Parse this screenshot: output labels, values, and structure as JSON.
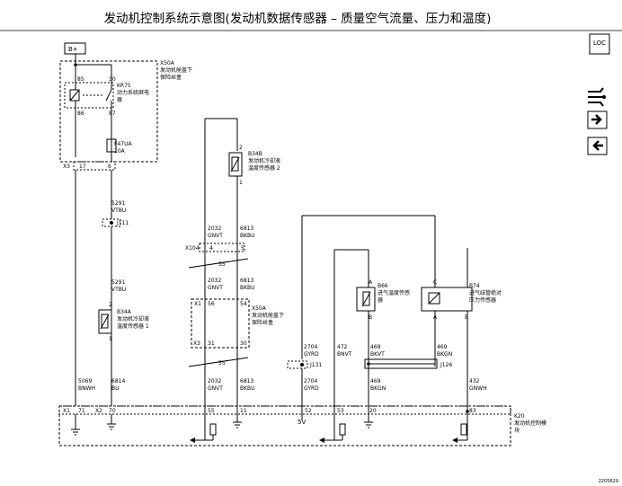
{
  "title": "发动机控制系统示意图(发动机数据传感器 – 质量空气流量、压力和温度)",
  "figure_id": "2205629",
  "nav_icons": [
    "loc-icon",
    "connector-icon",
    "arrow-right-icon",
    "arrow-left-icon"
  ],
  "loc_text": "LOC",
  "power": {
    "label": "B+"
  },
  "fuse_box_top": {
    "id": "X50A",
    "name_line1": "发动机舱盖下",
    "name_line2": "保险丝盒"
  },
  "relay": {
    "id": "KR75",
    "name_line1": "动力系统继电",
    "name_line2": "器",
    "pins": [
      "85",
      "30",
      "86",
      "87"
    ]
  },
  "fuse": {
    "id": "F47UA",
    "rating": "10A"
  },
  "x3_top": {
    "label": "X3",
    "pins": [
      "17",
      "6"
    ]
  },
  "wire_5291_a": {
    "circuit": "5291",
    "color": "VTBU"
  },
  "splice_j111": "J111",
  "wire_5291_b": {
    "circuit": "5291",
    "color": "VTBU"
  },
  "sensor_b34a": {
    "id": "B34A",
    "name_line1": "发动机冷却液",
    "name_line2": "温度传感器 1",
    "pins": [
      "2",
      "1"
    ]
  },
  "wire_5069": {
    "circuit": "5069",
    "color": "BNWH"
  },
  "wire_6814": {
    "circuit": "6814",
    "color": "BU"
  },
  "sensor_b34b": {
    "id": "B34B",
    "name_line1": "发动机冷却液",
    "name_line2": "温度传感器 2",
    "pins": [
      "2",
      "1"
    ]
  },
  "wire_2032_a": {
    "circuit": "2032",
    "color": "GNVT"
  },
  "wire_6813_a": {
    "circuit": "6813",
    "color": "BKBU"
  },
  "x104": {
    "label": "X104",
    "pins": [
      "4",
      "5"
    ]
  },
  "break_55": "55",
  "wire_2032_b": {
    "circuit": "2032",
    "color": "GNVT"
  },
  "wire_6813_b": {
    "circuit": "6813",
    "color": "BKBU"
  },
  "fuse_box_mid": {
    "id": "X50A",
    "name_line1": "发动机舱盖下",
    "name_line2": "保险丝盒",
    "x1": "X1",
    "x1_pins": [
      "56",
      "54"
    ],
    "x3": "X3",
    "x3_pins": [
      "31",
      "30"
    ]
  },
  "wire_2032_c": {
    "circuit": "2032",
    "color": "GNVT"
  },
  "wire_6813_c": {
    "circuit": "6813",
    "color": "BKBU"
  },
  "sensor_b66": {
    "id": "B66",
    "name_line1": "进气温度传感",
    "name_line2": "器",
    "pins": [
      "A",
      "B"
    ]
  },
  "sensor_b74": {
    "id": "B74",
    "name_line1": "进气歧管绝对",
    "name_line2": "压力传感器",
    "pins": [
      "C",
      "A",
      "B"
    ]
  },
  "wire_2704_a": {
    "circuit": "2704",
    "color": "GYRD"
  },
  "wire_472": {
    "circuit": "472",
    "color": "BNVT"
  },
  "wire_469_a": {
    "circuit": "469",
    "color": "BKVT"
  },
  "wire_469_b": {
    "circuit": "469",
    "color": "BKGN"
  },
  "splice_j126": "J126",
  "splice_j131": "J131",
  "wire_2704_b": {
    "circuit": "2704",
    "color": "GYRD"
  },
  "wire_469_c": {
    "circuit": "469",
    "color": "BKGN"
  },
  "wire_432": {
    "circuit": "432",
    "color": "GNWH"
  },
  "ecm": {
    "id": "K20",
    "name_line1": "发动机控制模",
    "name_line2": "块",
    "x1": "X1",
    "x1_pin": "71",
    "x2": "X2",
    "x2_pin": "70",
    "pins": [
      "55",
      "11",
      "52",
      "53",
      "20",
      "83"
    ],
    "v5": "5V"
  }
}
